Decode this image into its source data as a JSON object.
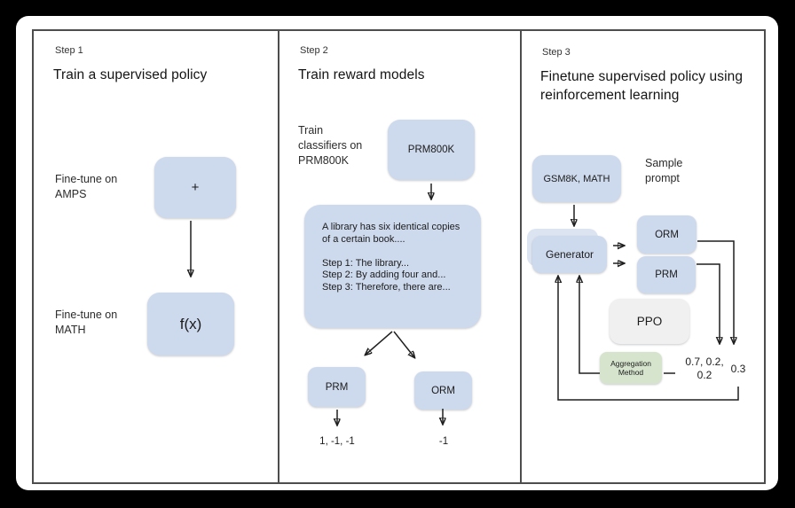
{
  "colors": {
    "canvas_bg": "#000000",
    "page_bg": "#ffffff",
    "frame_border": "#4d4d4d",
    "box_blue": "#cdd9ec",
    "box_blue_back": "#dce4f2",
    "box_gray": "#f0f0f1",
    "box_green": "#d6e4ce",
    "arrow": "#1f1f1f"
  },
  "step1": {
    "step_label": "Step 1",
    "title": "Train a supervised policy",
    "amps_label": "Fine-tune on\nAMPS",
    "plus_box": "+",
    "math_label": "Fine-tune on\nMATH",
    "fx_box": "f(x)"
  },
  "step2": {
    "step_label": "Step 2",
    "title": "Train reward models",
    "classifier_label": "Train\nclassifiers on\nPRM800K",
    "prm800k_box": "PRM800K",
    "problem_box": "A library has six identical copies\nof a certain book....\n\nStep 1: The library...\nStep 2: By adding four and...\nStep 3: Therefore, there are...",
    "prm_box": "PRM",
    "orm_box": "ORM",
    "prm_scores": "1, -1, -1",
    "orm_score": "-1"
  },
  "step3": {
    "step_label": "Step 3",
    "title": "Finetune supervised policy using\nreinforcement learning",
    "dataset_box": "GSM8K, MATH",
    "sample_prompt_label": "Sample\nprompt",
    "generator_box": "Generator",
    "orm_box": "ORM",
    "prm_box": "PRM",
    "ppo_box": "PPO",
    "aggregation_box": "Aggregation\nMethod",
    "prm_scores": "0.7, 0.2,\n0.2",
    "orm_score": "0.3"
  }
}
